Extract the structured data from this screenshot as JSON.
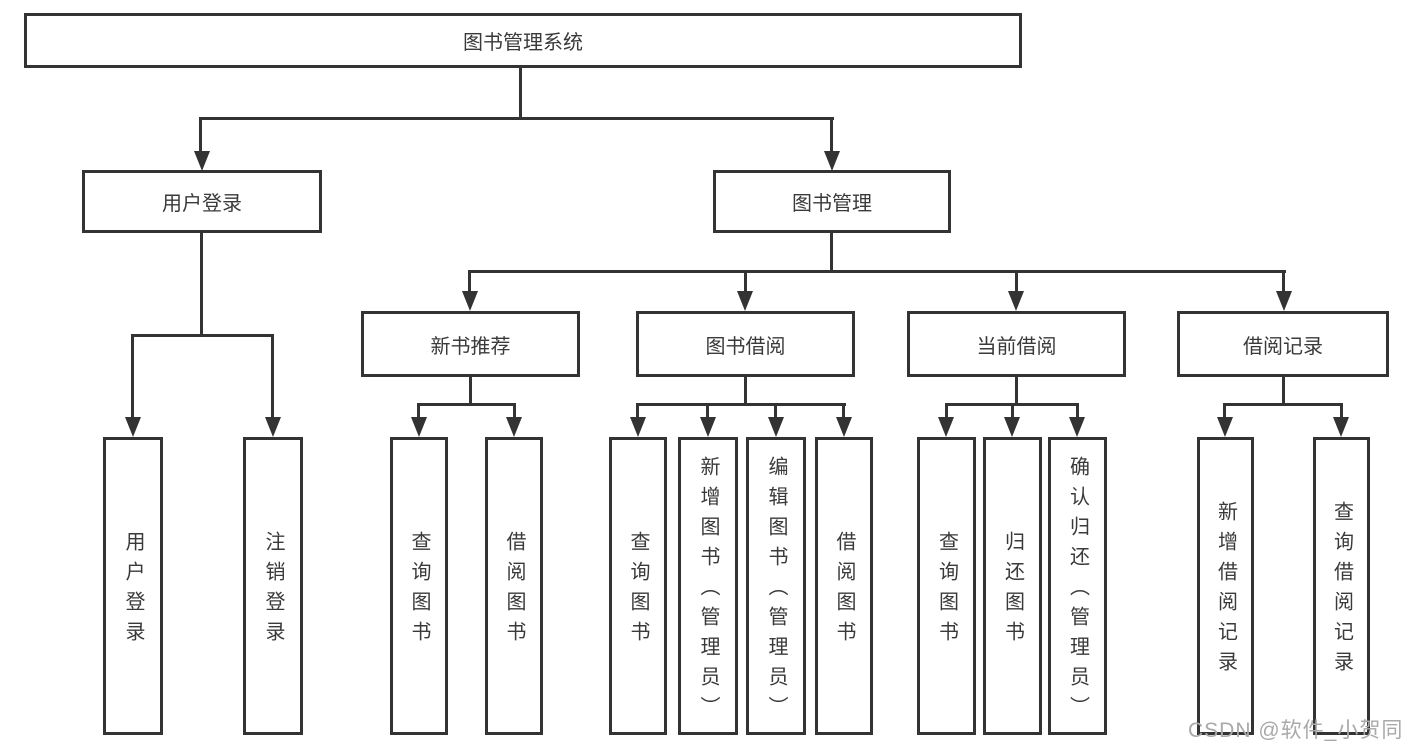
{
  "diagram": {
    "root": "图书管理系统",
    "branches": [
      {
        "label": "用户登录",
        "leaves": [
          "用户登录",
          "注销登录"
        ]
      },
      {
        "label": "图书管理",
        "groups": [
          {
            "label": "新书推荐",
            "leaves": [
              "查询图书",
              "借阅图书"
            ]
          },
          {
            "label": "图书借阅",
            "leaves": [
              "查询图书",
              "新增图书（管理员）",
              "编辑图书（管理员）",
              "借阅图书"
            ]
          },
          {
            "label": "当前借阅",
            "leaves": [
              "查询图书",
              "归还图书",
              "确认归还（管理员）"
            ]
          },
          {
            "label": "借阅记录",
            "leaves": [
              "新增借阅记录",
              "查询借阅记录"
            ]
          }
        ]
      }
    ]
  },
  "watermark": {
    "text": "CSDN @软件_小贺同学"
  },
  "colors": {
    "line": "#333333",
    "box_fill": "#ffffff",
    "text": "#3a3a3a",
    "watermark": "#a9a9a9",
    "background": "#ffffff"
  }
}
